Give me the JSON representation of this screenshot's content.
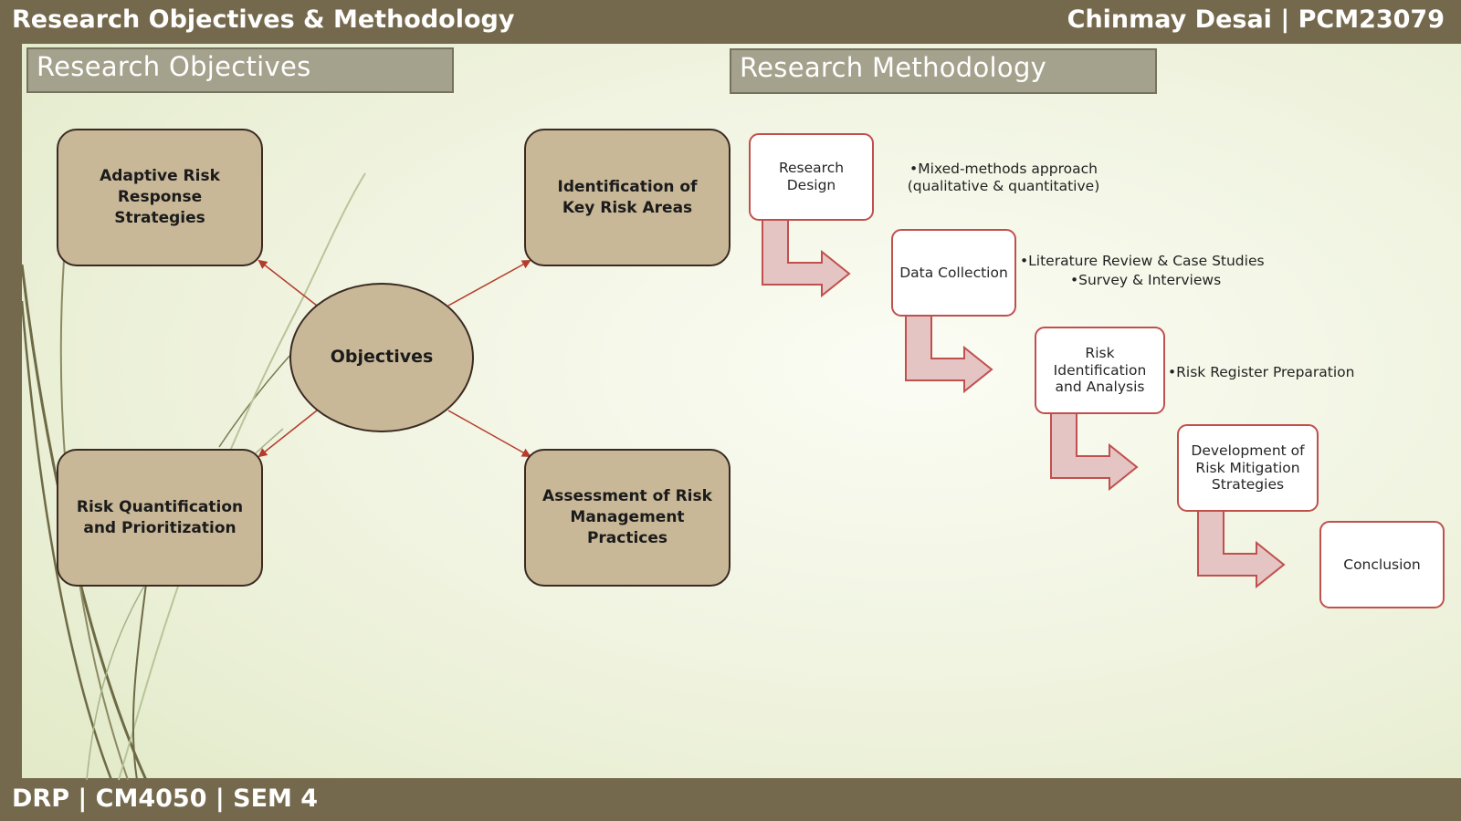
{
  "header": {
    "title": "Research Objectives & Methodology",
    "author": "Chinmay Desai | PCM23079"
  },
  "footer": {
    "text": "DRP | CM4050 | SEM 4"
  },
  "sections": {
    "objectives_heading": "Research Objectives",
    "methodology_heading": "Research Methodology"
  },
  "objectives": {
    "center": "Objectives",
    "adaptive": "Adaptive Risk Response Strategies",
    "identification": "Identification of Key Risk Areas",
    "quantification": "Risk Quantification and Prioritization",
    "assessment": "Assessment of Risk Management Practices"
  },
  "methodology": {
    "steps": [
      "Research Design",
      "Data Collection",
      "Risk Identification and Analysis",
      "Development of Risk Mitigation Strategies",
      "Conclusion"
    ],
    "notes": {
      "design": "•Mixed-methods approach (qualitative & quantitative)",
      "collection_1": "•Literature Review & Case Studies",
      "collection_2": "•Survey & Interviews",
      "analysis": "•Risk Register Preparation"
    }
  },
  "colors": {
    "frame": "#75694d",
    "objective_fill": "#c9b898",
    "accent_red": "#c0504d",
    "arrow_fill": "#e4c5c4"
  }
}
